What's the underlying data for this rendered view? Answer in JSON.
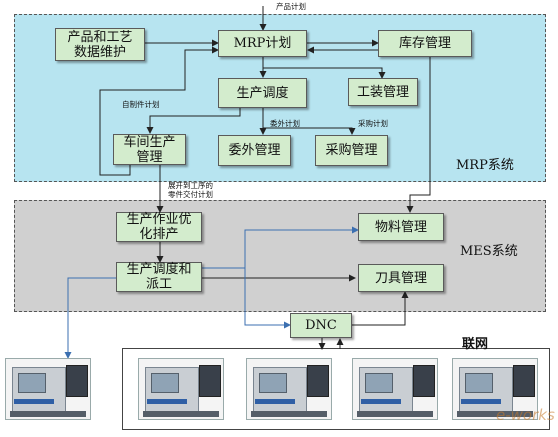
{
  "boxes": {
    "product_maint": "产品和工艺\n数据维护",
    "mrp_plan": "MRP计划",
    "inventory": "库存管理",
    "production_dispatch": "生产调度",
    "tooling": "工装管理",
    "workshop_mgmt": "车间生产\n管理",
    "outsourcing": "委外管理",
    "purchasing": "采购管理",
    "job_optimize": "生产作业优\n化排产",
    "dispatch_assign": "生产调度和\n派工",
    "material_mgmt": "物料管理",
    "tool_mgmt": "刀具管理",
    "dnc": "DNC"
  },
  "systems": {
    "mrp": "MRP系统",
    "mes": "MES系统",
    "network": "联网"
  },
  "labels": {
    "product_plan": "产品计划",
    "self_made_plan": "自制件计划",
    "outsource_plan": "委外计划",
    "purchase_plan": "采购计划",
    "expand_plan": "展开到工序的\n零件交付计划"
  },
  "watermark": "e-works"
}
